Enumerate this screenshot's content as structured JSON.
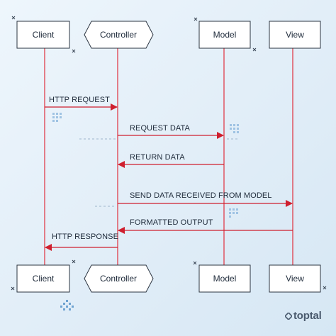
{
  "participants": {
    "client": "Client",
    "controller": "Controller",
    "model": "Model",
    "view": "View"
  },
  "messages": {
    "http_request": "HTTP REQUEST",
    "request_data": "REQUEST DATA",
    "return_data": "RETURN DATA",
    "send_data": "SEND DATA RECEIVED FROM MODEL",
    "formatted_output": "FORMATTED OUTPUT",
    "http_response": "HTTP RESPONSE"
  },
  "brand": "toptal",
  "colors": {
    "arrow": "#cf1f2e",
    "lifeline": "#e0303d",
    "box_border": "#2b3440",
    "box_fill": "#ffffff",
    "dots": "#9fc3e3"
  }
}
